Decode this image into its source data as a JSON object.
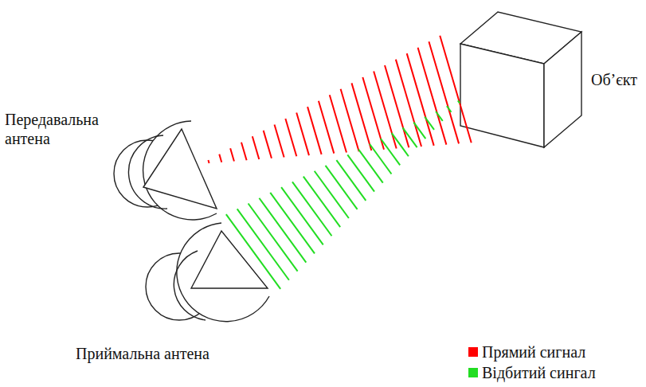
{
  "diagram": {
    "labels": [
      "Передавальна антена",
      "Об’єкт",
      "Приймальна антена"
    ],
    "legend": [
      {
        "text": "Прямий сигнал",
        "color": "#ff0000"
      },
      {
        "text": "Відбитий сингал",
        "color": "#22dd22"
      }
    ]
  }
}
